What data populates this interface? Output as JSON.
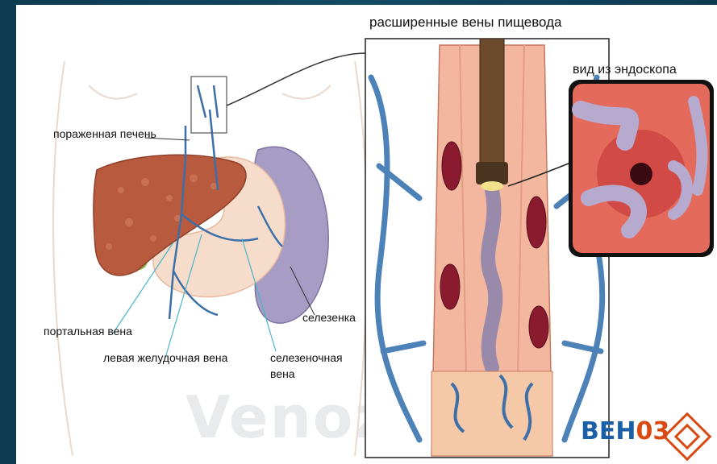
{
  "watermark": "Venoz.ru",
  "title": "расширенные вены пищевода",
  "endoscope_title": "вид из эндоскопа",
  "labels": {
    "liver": "пораженная печень",
    "portal_vein": "портальная вена",
    "left_gastric_vein": "левая желудочная вена",
    "spleen": "селезенка",
    "splenic_vein_1": "селезеночная",
    "splenic_vein_2": "вена"
  },
  "logo": {
    "text_main": "ВЕН",
    "text_accent": "03"
  },
  "colors": {
    "liver": "#b85a3e",
    "spleen": "#9a8fb8",
    "vein": "#3d6fa8",
    "esophagus": "#f2b79e",
    "varix": "#8a1a2e",
    "background": "#0f3b52"
  }
}
